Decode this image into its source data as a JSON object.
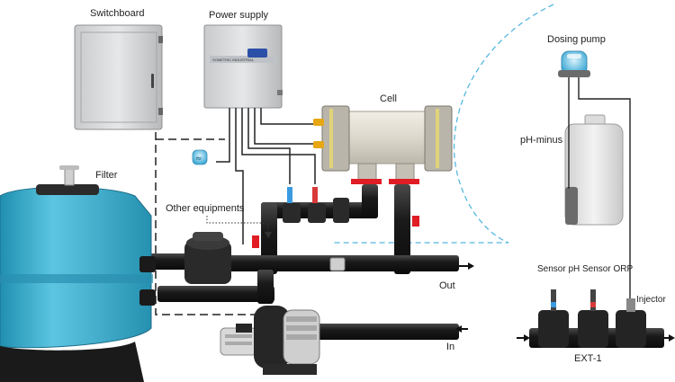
{
  "labels": {
    "switchboard": "Switchboard",
    "power_supply": "Power supply",
    "cell": "Cell",
    "dosing_pump": "Dosing pump",
    "filter": "Filter",
    "ph_minus": "pH-minus",
    "other_equipments": "Other equipments",
    "sensor_ph": "Sensor pH",
    "sensor_orp": "Sensor ORP",
    "injector": "Injector",
    "out": "Out",
    "in": "In",
    "ext1": "EXT-1"
  },
  "power_supply_badge": "SOMETHIC INDUSTRIAL",
  "colors": {
    "pipe": "#1c1c1c",
    "filter_tank": "#3fb4d3",
    "cabinet": "#d9dadc",
    "cell_body": "#e4e0d6",
    "flange_red": "#e01c24",
    "dashed_line": "#55b8e0",
    "ph_bottle": "#e8e8e8"
  },
  "icons": [
    "arrow-right-icon",
    "arrow-left-icon"
  ]
}
